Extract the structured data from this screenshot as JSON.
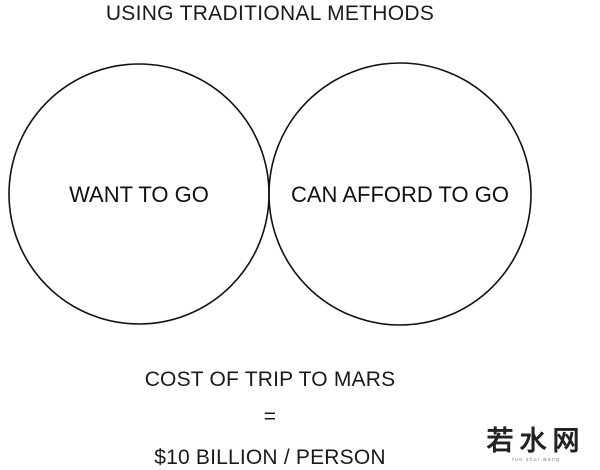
{
  "title": "USING TRADITIONAL METHODS",
  "venn": {
    "left_label": "WANT TO GO",
    "right_label": "CAN AFFORD TO GO"
  },
  "equation": {
    "line1": "COST OF TRIP TO MARS",
    "line2": "=",
    "line3": "$10 BILLION / PERSON"
  },
  "watermark": {
    "text": "若水网",
    "sub": "ruo shui wang"
  }
}
